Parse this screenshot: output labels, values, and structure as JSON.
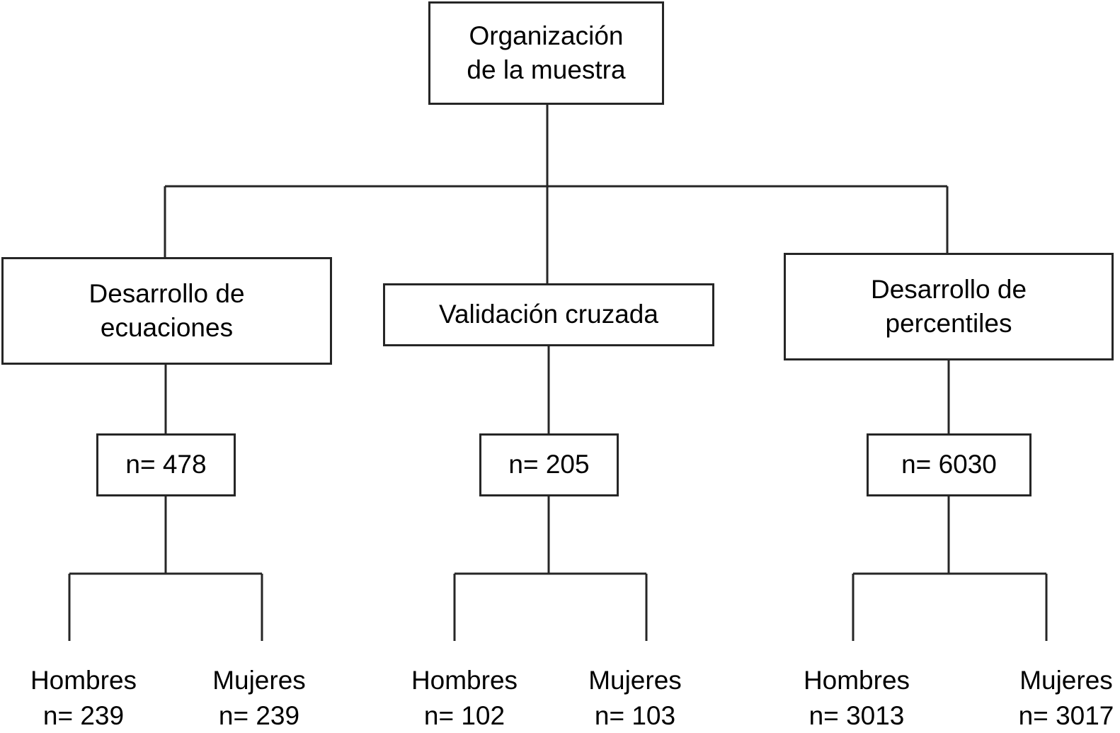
{
  "diagram": {
    "root": {
      "line1": "Organización",
      "line2": "de la muestra"
    },
    "branches": [
      {
        "name": "ecuaciones",
        "title1": "Desarrollo de",
        "title2": "ecuaciones",
        "sample_size": "n= 478",
        "leaves": [
          {
            "group": "Hombres",
            "count": "n= 239"
          },
          {
            "group": "Mujeres",
            "count": "n= 239"
          }
        ]
      },
      {
        "name": "validacion",
        "title1": "Validación cruzada",
        "title2": "",
        "sample_size": "n= 205",
        "leaves": [
          {
            "group": "Hombres",
            "count": "n= 102"
          },
          {
            "group": "Mujeres",
            "count": "n= 103"
          }
        ]
      },
      {
        "name": "percentiles",
        "title1": "Desarrollo de",
        "title2": "percentiles",
        "sample_size": "n= 6030",
        "leaves": [
          {
            "group": "Hombres",
            "count": "n= 3013"
          },
          {
            "group": "Mujeres",
            "count": "n= 3017"
          }
        ]
      }
    ]
  },
  "colors": {
    "line": "#262626",
    "text": "#000000",
    "background": "#ffffff"
  }
}
